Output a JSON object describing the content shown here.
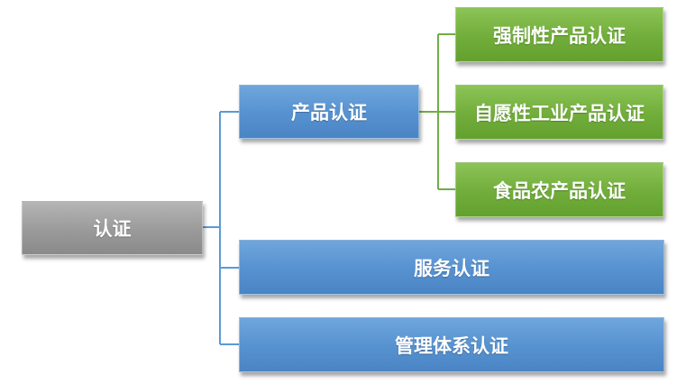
{
  "diagram": {
    "root": {
      "label": "认证"
    },
    "level1": [
      {
        "label": "产品认证",
        "children": [
          {
            "label": "强制性产品认证"
          },
          {
            "label": "自愿性工业产品认证"
          },
          {
            "label": "食品农产品认证"
          }
        ]
      },
      {
        "label": "服务认证"
      },
      {
        "label": "管理体系认证"
      }
    ]
  },
  "colors": {
    "root": "#9a9a9a",
    "level1": "#5691d0",
    "level2": "#71ad3a",
    "connector_blue": "#5b9bd5",
    "connector_green": "#70ad47"
  }
}
